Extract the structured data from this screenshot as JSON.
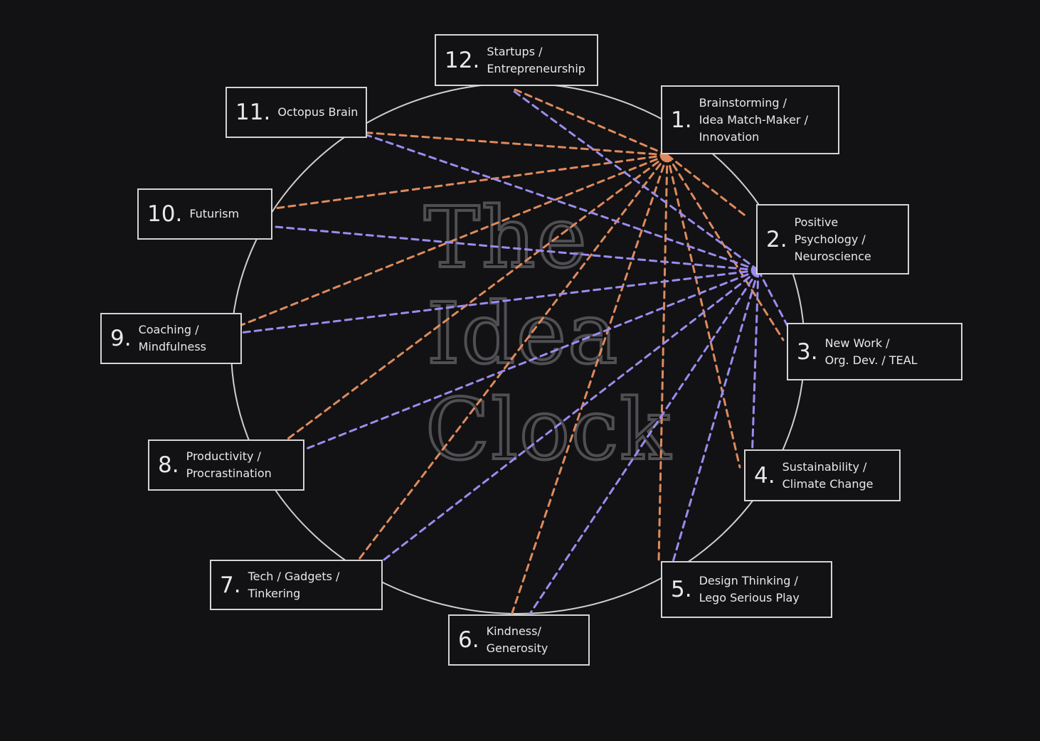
{
  "diagram": {
    "watermark_lines": [
      "The",
      "Idea",
      "Clock"
    ],
    "colors": {
      "background": "#121214",
      "circle": "#cfcfcf",
      "box_border": "#d4d4d4",
      "text": "#e8e8e8",
      "orange_line": "#e08a5c",
      "purple_line": "#9b8cf0",
      "watermark": "#5a5a5e"
    },
    "topics": [
      {
        "num": "1.",
        "label": "Brainstorming /\nIdea Match-Maker /\nInnovation"
      },
      {
        "num": "2.",
        "label": "Positive\nPsychology /\nNeuroscience"
      },
      {
        "num": "3.",
        "label": "New Work /\nOrg. Dev. / TEAL"
      },
      {
        "num": "4.",
        "label": "Sustainability /\nClimate Change"
      },
      {
        "num": "5.",
        "label": "Design Thinking /\nLego Serious Play"
      },
      {
        "num": "6.",
        "label": "Kindness/\nGenerosity"
      },
      {
        "num": "7.",
        "label": "Tech / Gadgets /\nTinkering"
      },
      {
        "num": "8.",
        "label": "Productivity /\nProcrastination"
      },
      {
        "num": "9.",
        "label": "Coaching /\nMindfulness"
      },
      {
        "num": "10.",
        "label": "Futurism"
      },
      {
        "num": "11.",
        "label": "Octopus Brain"
      },
      {
        "num": "12.",
        "label": "Startups /\nEntrepreneurship"
      }
    ],
    "connections": [
      {
        "from": "1.",
        "to": "12.",
        "color": "orange"
      },
      {
        "from": "1.",
        "to": "11.",
        "color": "orange"
      },
      {
        "from": "1.",
        "to": "10.",
        "color": "orange"
      },
      {
        "from": "1.",
        "to": "9.",
        "color": "orange"
      },
      {
        "from": "1.",
        "to": "8.",
        "color": "orange"
      },
      {
        "from": "1.",
        "to": "7.",
        "color": "orange"
      },
      {
        "from": "1.",
        "to": "6.",
        "color": "orange"
      },
      {
        "from": "1.",
        "to": "5.",
        "color": "orange"
      },
      {
        "from": "1.",
        "to": "4.",
        "color": "orange"
      },
      {
        "from": "1.",
        "to": "3.",
        "color": "orange"
      },
      {
        "from": "1.",
        "to": "2.",
        "color": "orange"
      },
      {
        "from": "2.",
        "to": "12.",
        "color": "purple"
      },
      {
        "from": "2.",
        "to": "11.",
        "color": "purple"
      },
      {
        "from": "2.",
        "to": "10.",
        "color": "purple"
      },
      {
        "from": "2.",
        "to": "9.",
        "color": "purple"
      },
      {
        "from": "2.",
        "to": "8.",
        "color": "purple"
      },
      {
        "from": "2.",
        "to": "7.",
        "color": "purple"
      },
      {
        "from": "2.",
        "to": "6.",
        "color": "purple"
      },
      {
        "from": "2.",
        "to": "5.",
        "color": "purple"
      },
      {
        "from": "2.",
        "to": "4.",
        "color": "purple"
      },
      {
        "from": "2.",
        "to": "3.",
        "color": "purple"
      }
    ]
  }
}
